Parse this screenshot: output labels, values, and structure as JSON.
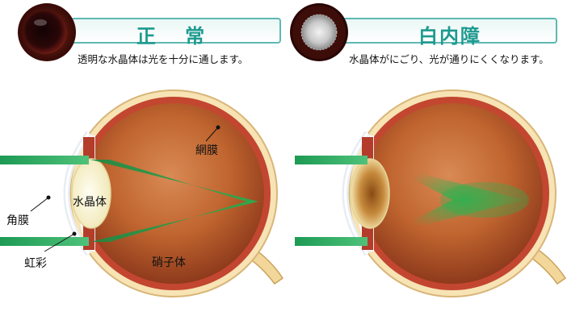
{
  "normal": {
    "title": "正 常",
    "caption": "透明な水晶体は光を十分に通します。",
    "labels": {
      "retina": "網膜",
      "lens": "水晶体",
      "cornea": "角膜",
      "iris": "虹彩",
      "vitreous": "硝子体"
    }
  },
  "cataract": {
    "title": "白内障",
    "caption": "水晶体がにごり、光が通りにくくなります。"
  },
  "colors": {
    "accent": "#1e9a8f",
    "eyeball": "#b5552b",
    "light_beam": "#27a84a"
  }
}
